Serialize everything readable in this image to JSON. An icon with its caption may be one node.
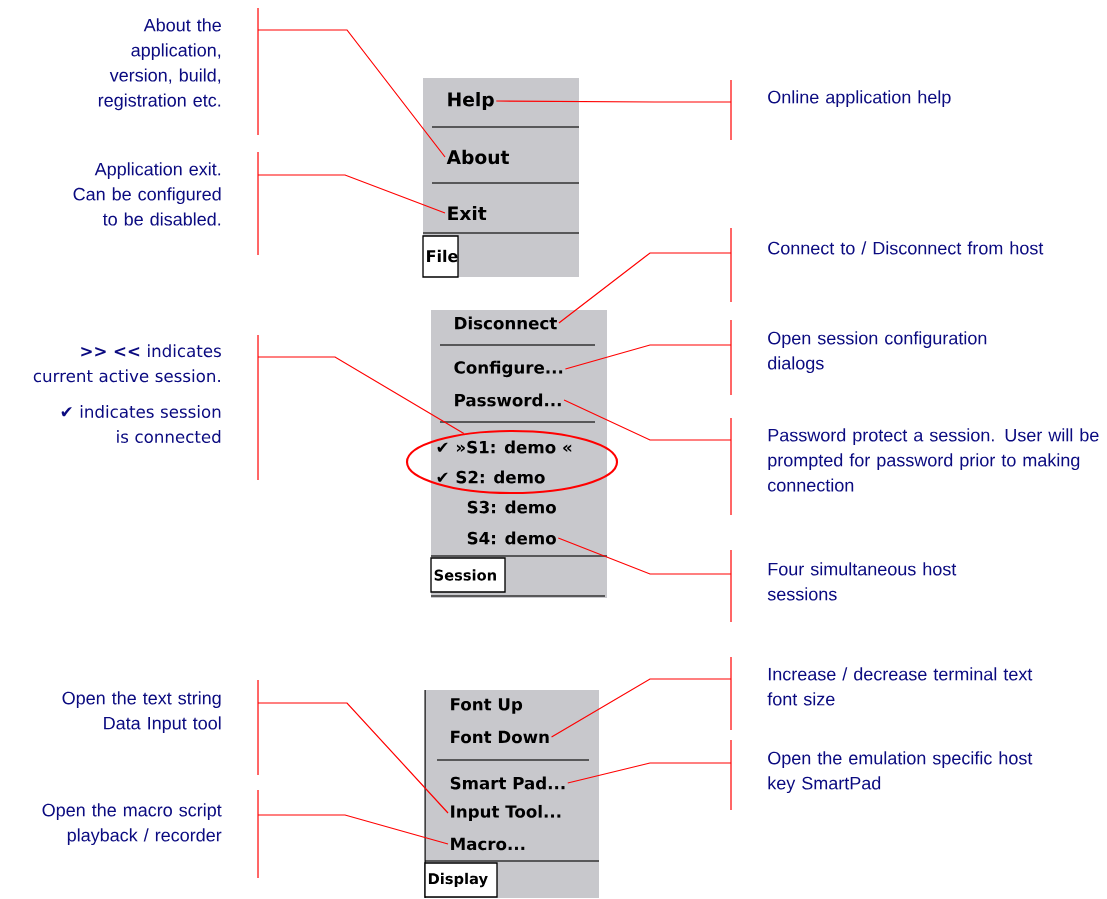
{
  "diagram": {
    "nodes": [
      {
        "text": [
          "About the application, version, build, registration etc."
        ]
      },
      {
        "text": [
          "Help"
        ]
      },
      {
        "text": [
          "Online application help"
        ]
      },
      {
        "text": [
          "About"
        ]
      },
      {
        "text": [
          "Application exit. Can be configured to be disabled."
        ]
      },
      {
        "text": [
          "Exit"
        ]
      },
      {
        "text": [
          "Connect to / Disconnect from host"
        ]
      },
      {
        "text": [
          "Disconnect"
        ]
      },
      {
        "text": [
          "Configure..."
        ]
      },
      {
        "text": [
          "Open session configuration dialogs"
        ]
      },
      {
        "text": [
          "Password..."
        ]
      },
      {
        "text": [
          "**>>   <<** indicates current active session.",
          "✔ indicates session is connected"
        ]
      },
      {
        "text": [],
        "shape": "ellipse"
      },
      {
        "text": [
          "Password protect a session. User will be prompted for password prior to making connection"
        ]
      },
      {
        "text": [
          "S4: demo"
        ]
      },
      {
        "text": [
          "Four simultaneous host sessions"
        ]
      },
      {
        "text": [
          "Open the text string Data Input tool"
        ]
      },
      {
        "text": [
          "Increase / decrease terminal text font size"
        ]
      },
      {
        "text": [
          "Font Down"
        ]
      },
      {
        "text": [
          "Smart Pad..."
        ]
      },
      {
        "text": [
          "Open the emulation specific host key SmartPad"
        ]
      },
      {
        "text": [
          "Input Tool..."
        ]
      },
      {
        "text": [
          "Open the macro script playback / recorder"
        ]
      },
      {
        "text": [
          "Macro..."
        ]
      }
    ],
    "edges": [
      {
        "from": 0,
        "to": 3,
        "arrow": "none"
      },
      {
        "from": 2,
        "to": 1,
        "arrow": "none"
      },
      {
        "from": 4,
        "to": 5,
        "arrow": "none"
      },
      {
        "from": 6,
        "to": 7,
        "arrow": "none"
      },
      {
        "from": 9,
        "to": 8,
        "arrow": "none"
      },
      {
        "from": 11,
        "to": 12,
        "arrow": "none"
      },
      {
        "from": 13,
        "to": 10,
        "arrow": "none"
      },
      {
        "from": 15,
        "to": 14,
        "arrow": "none"
      },
      {
        "from": 16,
        "to": 21,
        "arrow": "none"
      },
      {
        "from": 17,
        "to": 18,
        "arrow": "none"
      },
      {
        "from": 20,
        "to": 19,
        "arrow": "none"
      },
      {
        "from": 22,
        "to": 23,
        "arrow": "none"
      }
    ],
    "labels": [
      "File",
      "✔ »S1: demo «",
      "✔  S2: demo",
      "S3: demo",
      "Session",
      "Font Up",
      "Display"
    ]
  }
}
